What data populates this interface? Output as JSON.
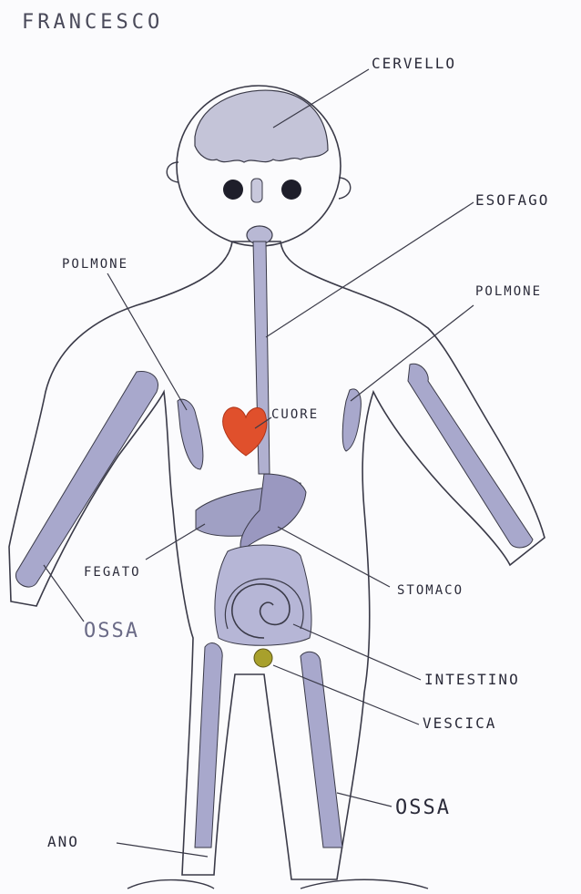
{
  "author": "FRANCESCO",
  "labels": {
    "cervello": "CERVELLO",
    "esofago": "ESOFAGO",
    "polmone_left": "POLMONE",
    "polmone_right": "POLMONE",
    "cuore": "CUORE",
    "fegato": "FEGATO",
    "stomaco": "STOMACO",
    "ossa_left": "OSSA",
    "intestino": "INTESTINO",
    "vescica": "VESCICA",
    "ossa_right": "OSSA",
    "ano": "ANO"
  },
  "colors": {
    "outline": "#3a3a48",
    "organ_fill": "#a8a8cc",
    "heart": "#e0502c",
    "bladder": "#a8a02c",
    "brain": "#c4c4d8"
  }
}
